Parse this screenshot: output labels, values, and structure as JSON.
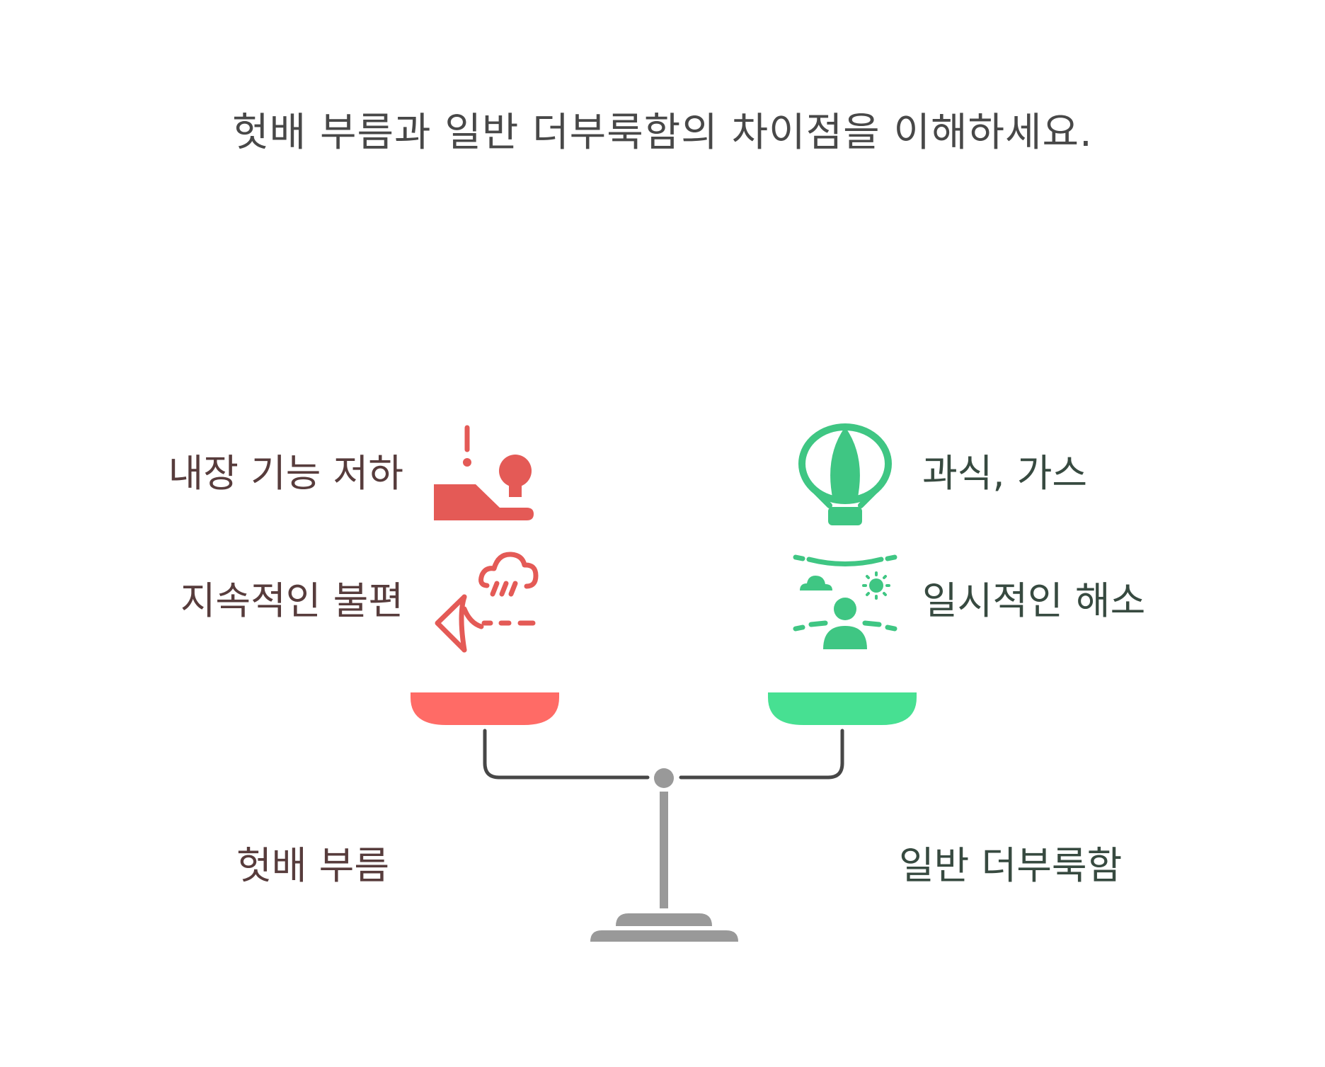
{
  "title": "헛배 부름과 일반 더부룩함의 차이점을 이해하세요.",
  "left": {
    "name": "헛배 부름",
    "items": [
      {
        "label": "내장 기능 저하",
        "icon": "declining-function-icon"
      },
      {
        "label": "지속적인 불편",
        "icon": "persistent-storm-icon"
      }
    ],
    "color": "#ff6b66"
  },
  "right": {
    "name": "일반 더부룩함",
    "items": [
      {
        "label": "과식, 가스",
        "icon": "hot-air-balloon-icon"
      },
      {
        "label": "일시적인 해소",
        "icon": "person-relief-icon"
      }
    ],
    "color": "#47e092"
  },
  "colors": {
    "left_icon": "#e45a56",
    "right_icon": "#3fc683",
    "beam": "#474747",
    "stand": "#999999"
  }
}
